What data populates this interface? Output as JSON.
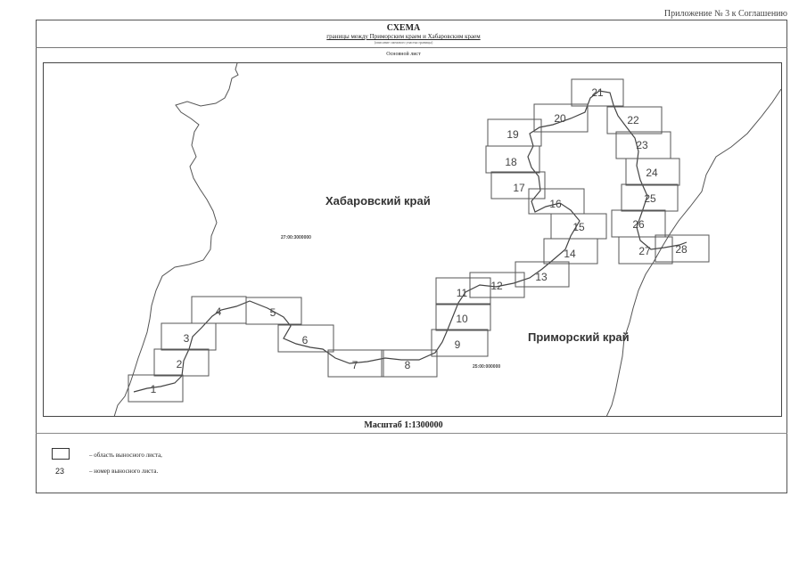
{
  "page": {
    "appendix": "Приложение № 3 к Соглашению",
    "title": "СХЕМА",
    "subtitle": "границы между Приморским краем и Хабаровским краем",
    "note": "(описание смежного участка границы)",
    "main_sheet_label": "Основной лист",
    "scale_label": "Масштаб 1:1300000"
  },
  "map": {
    "regions": {
      "khabarovsk": "Хабаровский край",
      "primorsky": "Приморский край"
    },
    "scale_labels": [
      "27:00:3000000",
      "25:00:000000"
    ],
    "sheets": [
      "1",
      "2",
      "3",
      "4",
      "5",
      "6",
      "7",
      "8",
      "9",
      "10",
      "11",
      "12",
      "13",
      "14",
      "15",
      "16",
      "17",
      "18",
      "19",
      "20",
      "21",
      "22",
      "23",
      "24",
      "25",
      "26",
      "27",
      "28"
    ]
  },
  "legend": {
    "area_label": "– область выносного листа,",
    "number_sample": "23",
    "number_label": "– номер выносного листа."
  }
}
